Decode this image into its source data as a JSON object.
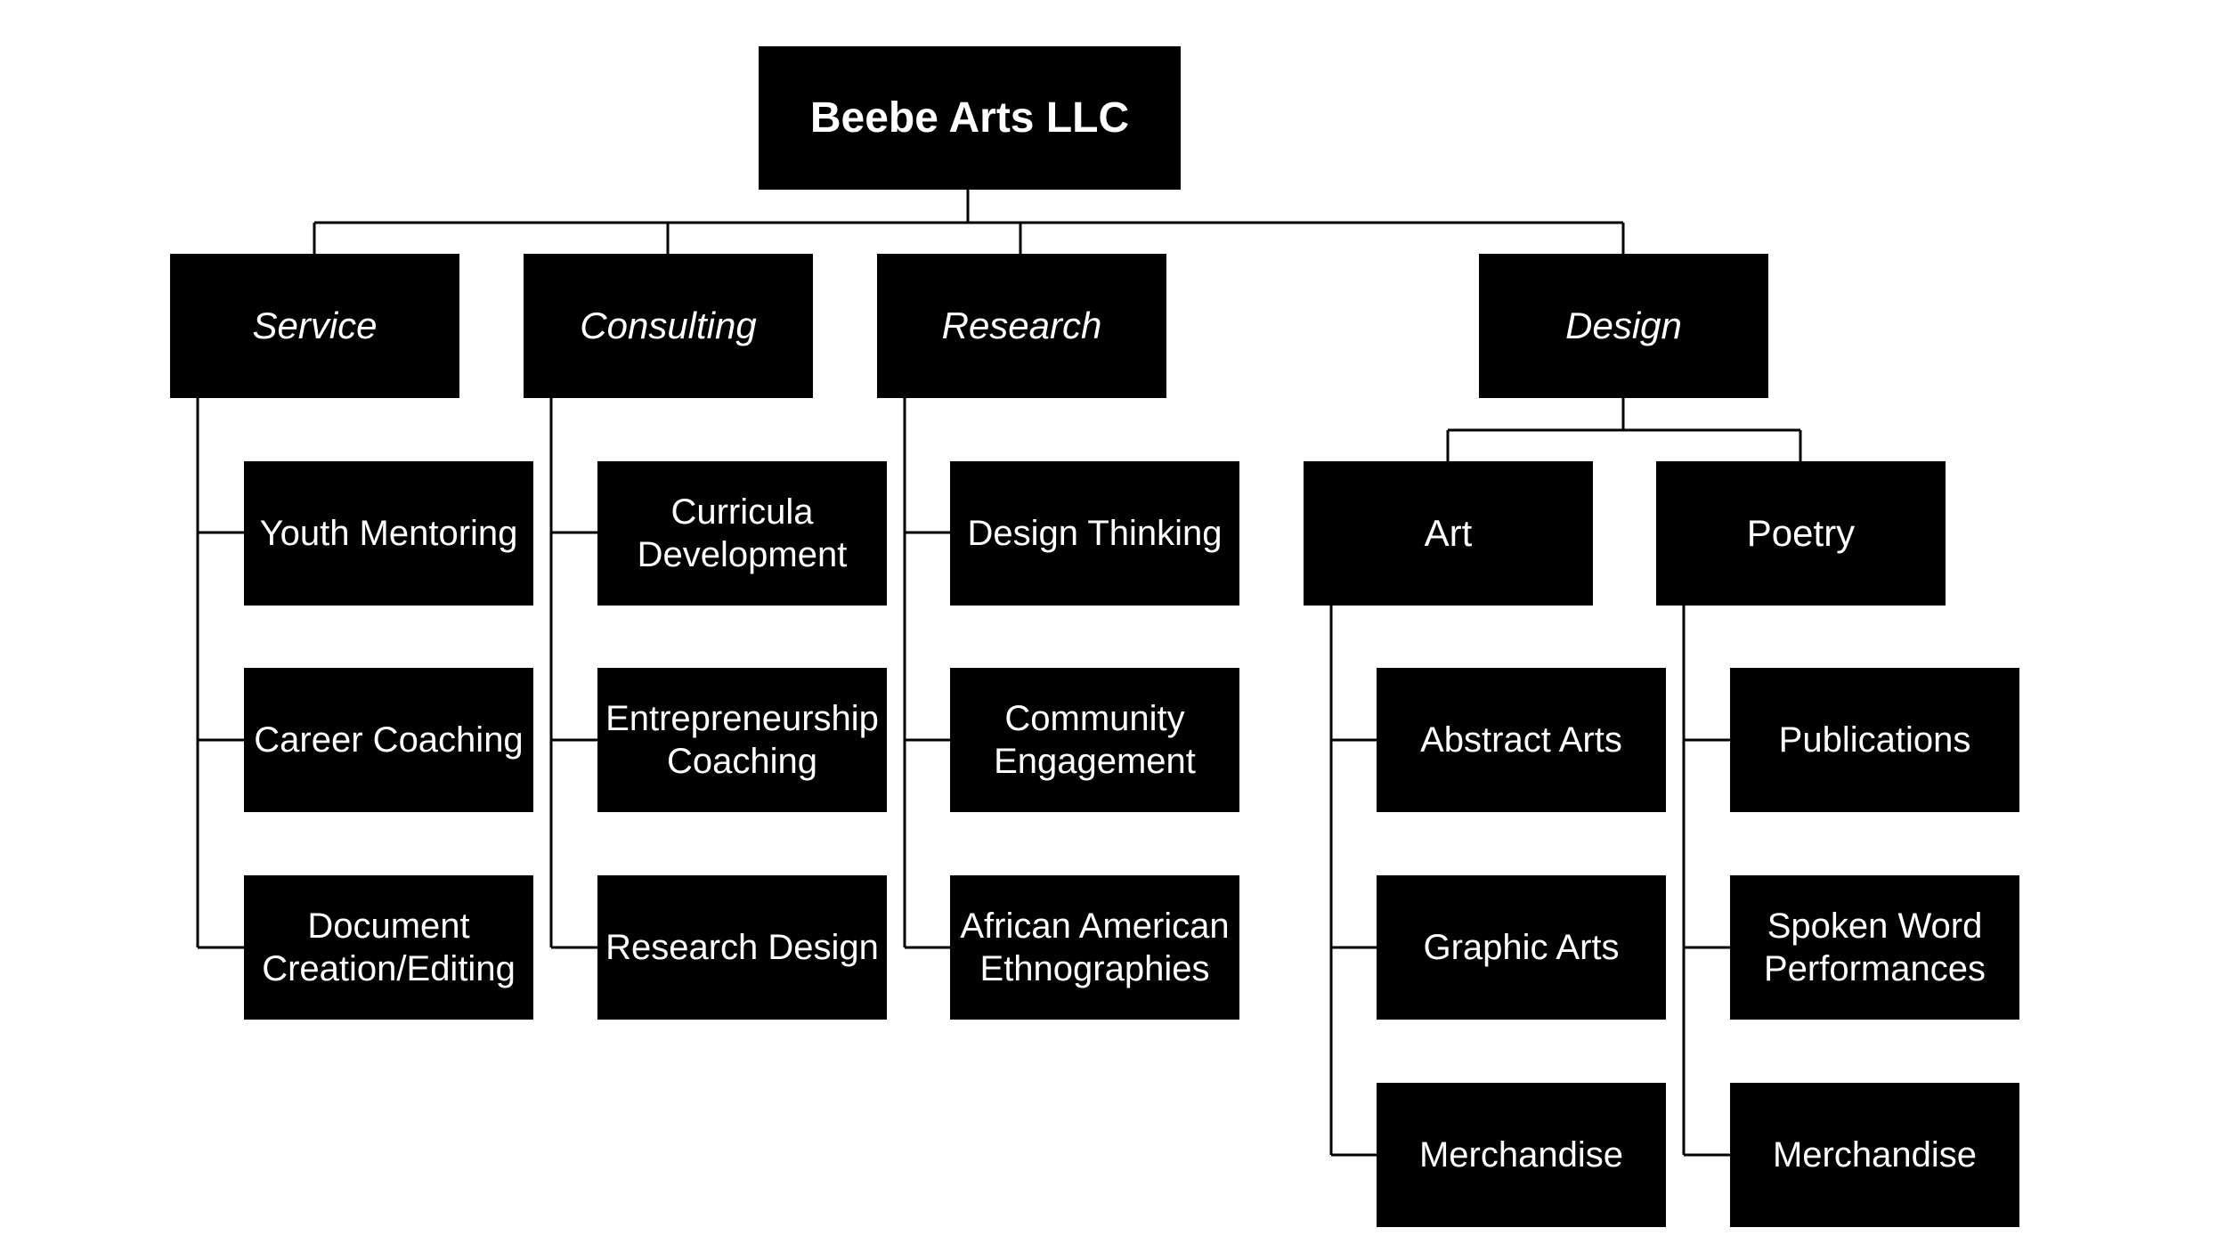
{
  "org_chart": {
    "root": "Beebe Arts LLC",
    "categories": {
      "service": {
        "label": "Service",
        "items": [
          "Youth Mentoring",
          "Career Coaching",
          "Document Creation/Editing"
        ]
      },
      "consulting": {
        "label": "Consulting",
        "items": [
          "Curricula Development",
          "Entrepreneurship Coaching",
          "Research Design"
        ]
      },
      "research": {
        "label": "Research",
        "items": [
          "Design Thinking",
          "Community Engagement",
          "African American Ethnographies"
        ]
      },
      "design": {
        "label": "Design",
        "art": {
          "label": "Art",
          "items": [
            "Abstract Arts",
            "Graphic Arts",
            "Merchandise"
          ]
        },
        "poetry": {
          "label": "Poetry",
          "items": [
            "Publications",
            "Spoken Word Performances",
            "Merchandise"
          ]
        }
      }
    }
  },
  "colors": {
    "box": "#000000",
    "text": "#ffffff",
    "connector": "#000000"
  }
}
